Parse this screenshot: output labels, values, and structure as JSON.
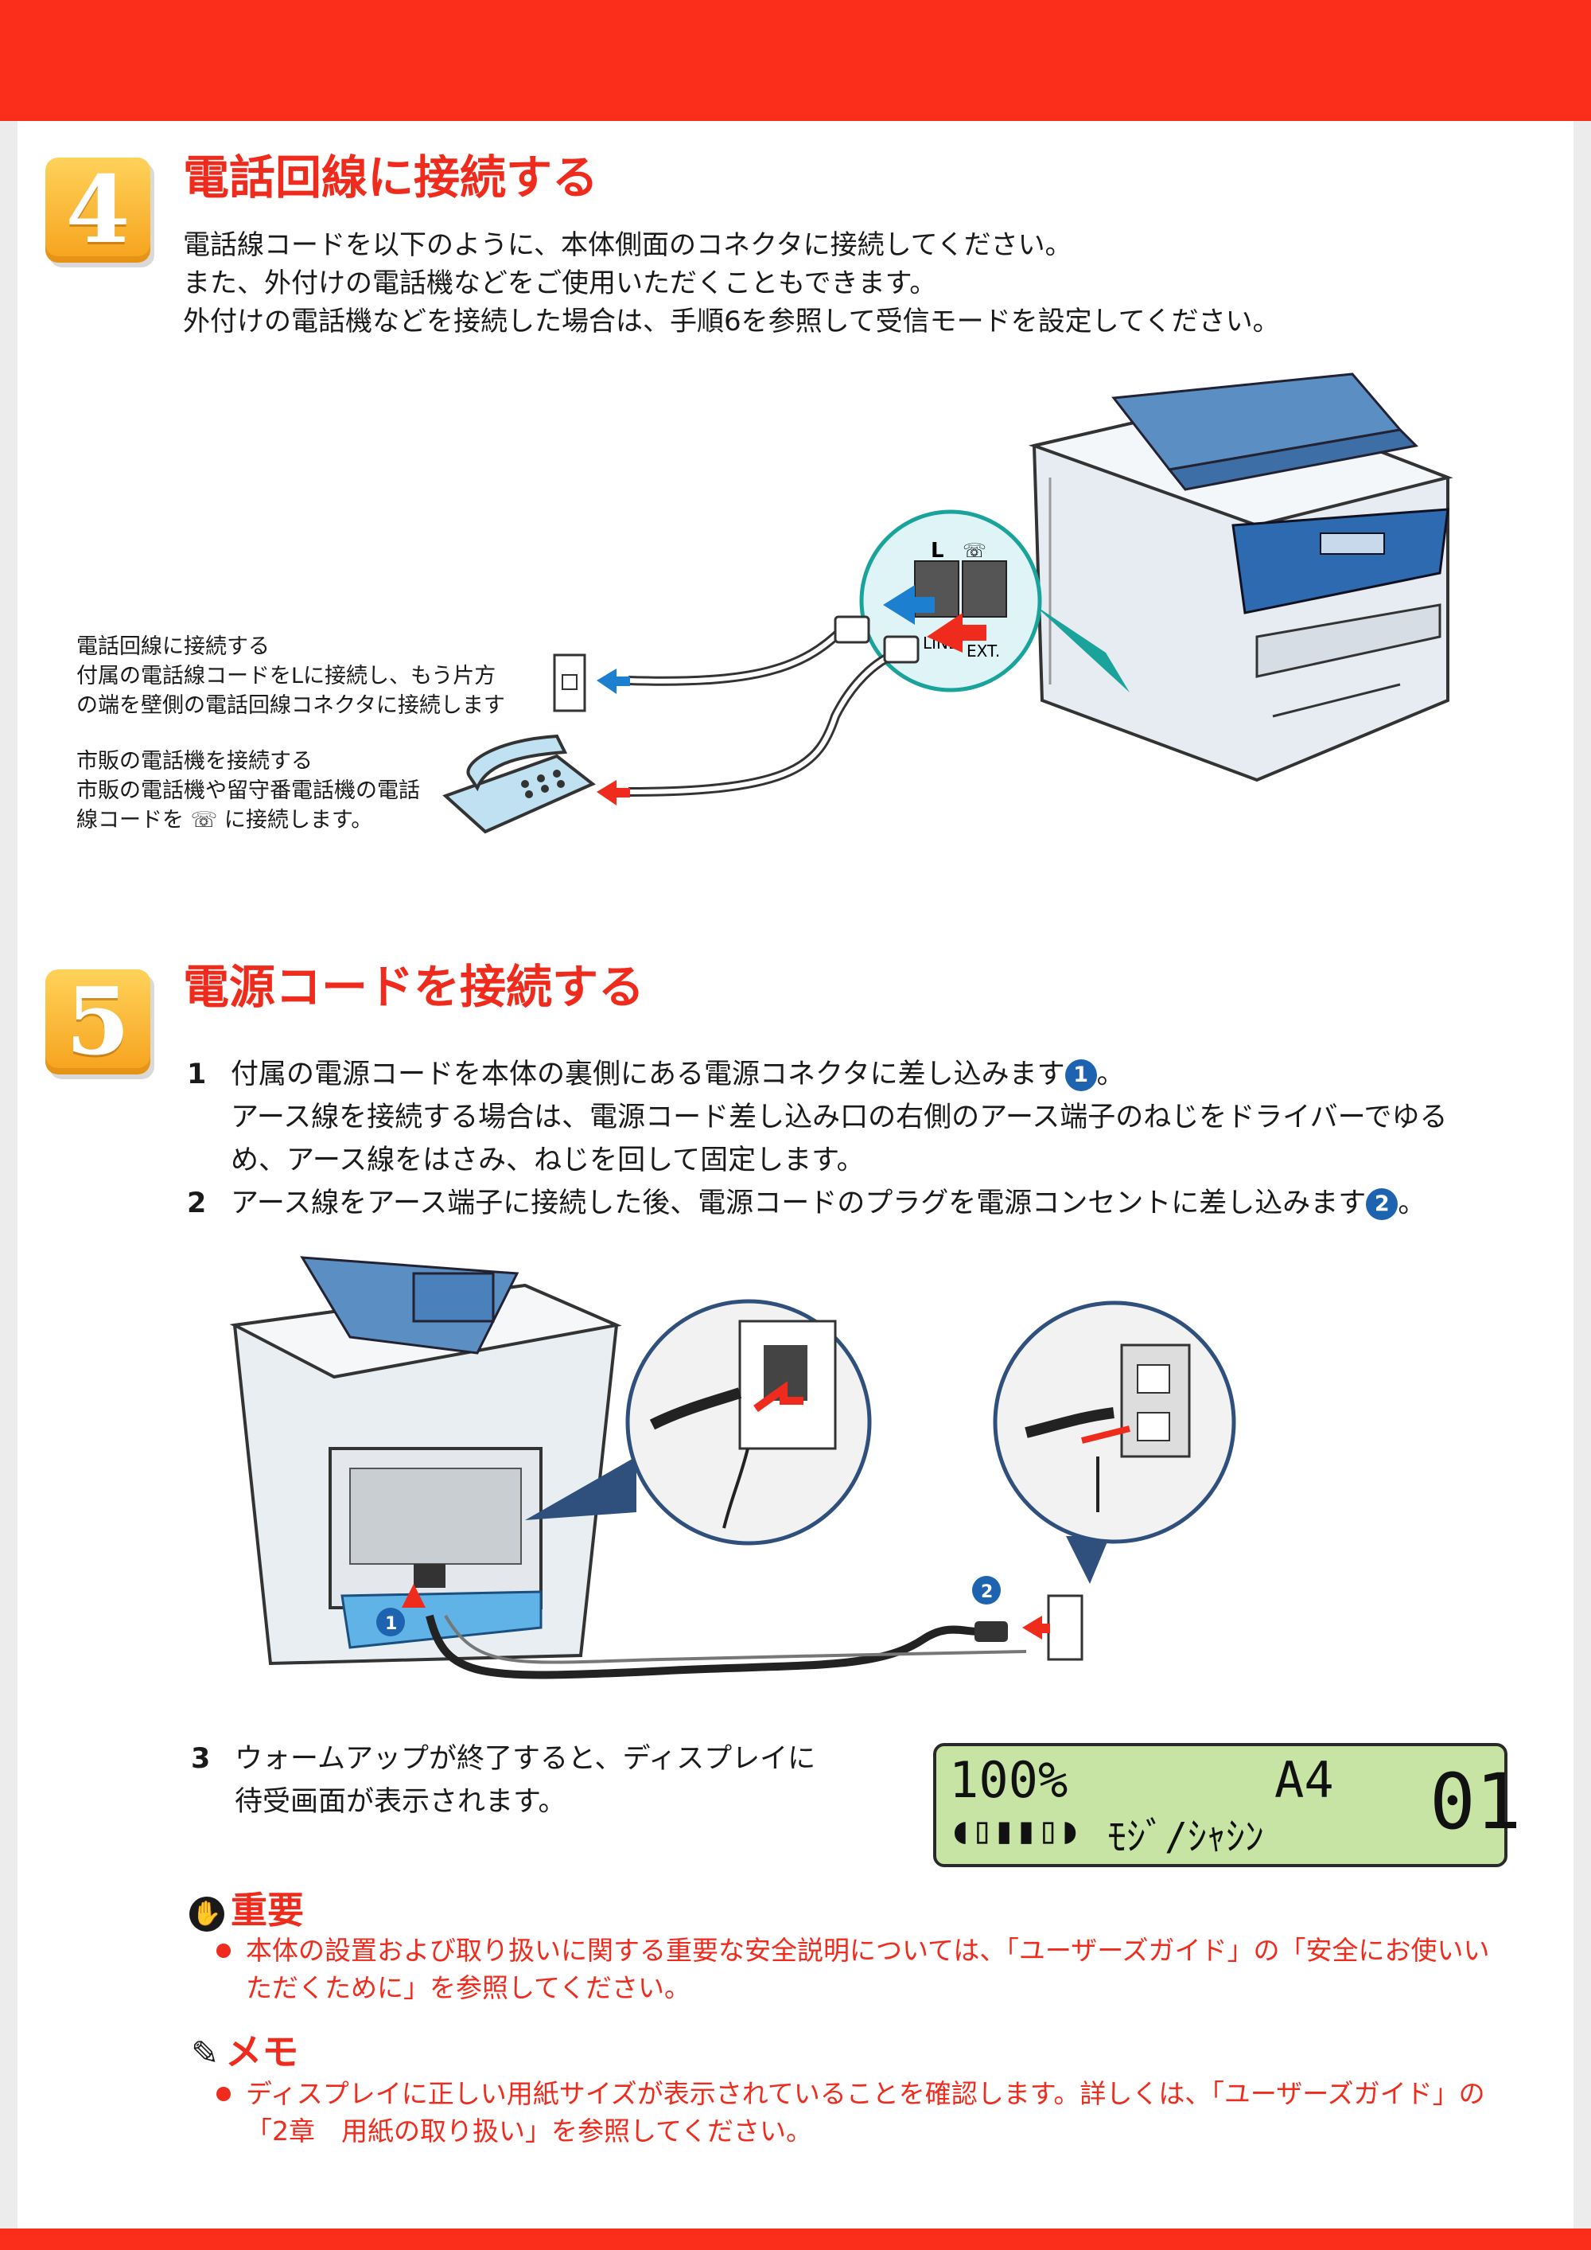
{
  "step4": {
    "number": "4",
    "title": "電話回線に接続する",
    "lines": [
      "電話線コードを以下のように、本体側面のコネクタに接続してください。",
      "また、外付けの電話機などをご使用いただくこともできます。",
      "外付けの電話機などを接続した場合は、手順6を参照して受信モードを設定してください。"
    ],
    "caption_line": [
      "電話回線に接続する",
      "付属の電話線コードをLに接続し、もう片方",
      "の端を壁側の電話回線コネクタに接続します"
    ],
    "caption_phone": [
      "市販の電話機を接続する",
      "市販の電話機や留守番電話機の電話",
      "線コードを ☏ に接続します。"
    ],
    "port_labels": {
      "line": "L",
      "line_word": "LINE",
      "ext": "EXT."
    }
  },
  "step5": {
    "number": "5",
    "title": "電源コードを接続する",
    "items": [
      {
        "num": "1",
        "text": "付属の電源コードを本体の裏側にある電源コネクタに差し込みます",
        "mark": "1",
        "after": "。"
      },
      {
        "num": "",
        "text": "アース線を接続する場合は、電源コード差し込み口の右側のアース端子のねじをドライバーでゆる",
        "mark": "",
        "after": ""
      },
      {
        "num": "",
        "text": "め、アース線をはさみ、ねじを回して固定します。",
        "mark": "",
        "after": ""
      },
      {
        "num": "2",
        "text": "アース線をアース端子に接続した後、電源コードのプラグを電源コンセントに差し込みます",
        "mark": "2",
        "after": "。"
      }
    ],
    "diagram_marks": [
      "1",
      "2"
    ],
    "item3_num": "3",
    "item3_lines": [
      "ウォームアップが終了すると、ディスプレイに",
      "待受画面が表示されます。"
    ]
  },
  "lcd": {
    "percent": "100%",
    "paper": "A4",
    "number": "01",
    "mode": "ﾓｼﾞ/ｼｬｼﾝ"
  },
  "important": {
    "title": "重要",
    "lines": [
      "本体の設置および取り扱いに関する重要な安全説明については、「ユーザーズガイド」の「安全にお使いい",
      "ただくために」を参照してください。"
    ]
  },
  "memo": {
    "title": "メモ",
    "lines": [
      "ディスプレイに正しい用紙サイズが表示されていることを確認します。詳しくは、「ユーザーズガイド」の",
      "「2章　用紙の取り扱い」を参照してください。"
    ]
  },
  "colors": {
    "accent_red": "#fb2d1b",
    "badge_orange": "#f6a21c",
    "mark_blue": "#1d63b0",
    "lcd_green": "#c7e4a4"
  }
}
